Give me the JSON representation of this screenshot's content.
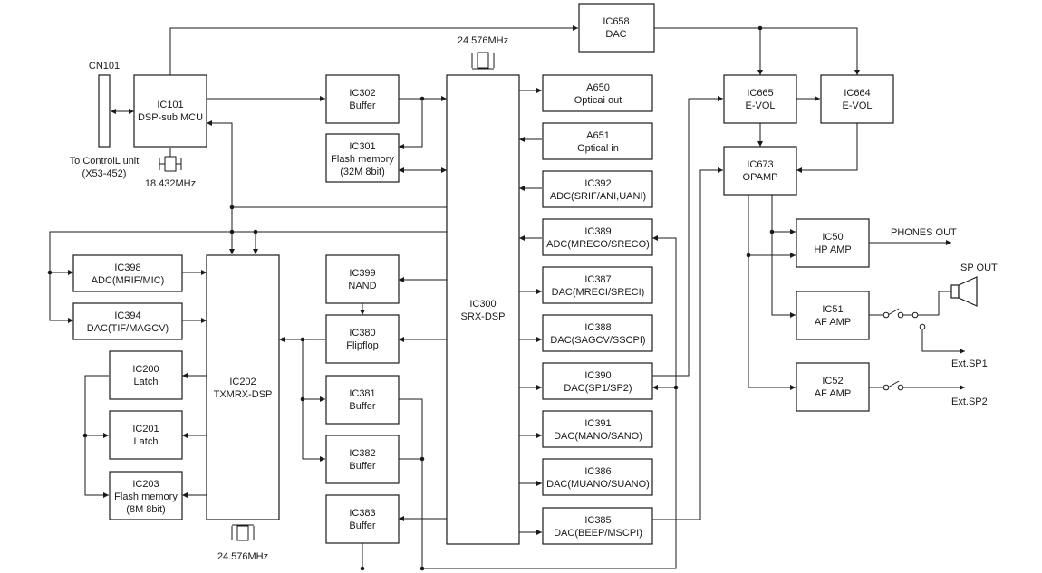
{
  "blocks": {
    "cn101": {
      "label": "CN101"
    },
    "ic101": {
      "line1": "IC101",
      "line2": "DSP-sub MCU"
    },
    "ic302": {
      "line1": "IC302",
      "line2": "Buffer"
    },
    "ic301": {
      "line1": "IC301",
      "line2": "Flash memory",
      "line3": "(32M 8bit)"
    },
    "ic300": {
      "line1": "IC300",
      "line2": "SRX-DSP"
    },
    "ic658": {
      "line1": "IC658",
      "line2": "DAC"
    },
    "a650": {
      "line1": "A650",
      "line2": "Opticai out"
    },
    "a651": {
      "line1": "A651",
      "line2": "Optical in"
    },
    "ic392": {
      "line1": "IC392",
      "line2": "ADC(SRIF/ANI,UANI)"
    },
    "ic389": {
      "line1": "IC389",
      "line2": "ADC(MRECO/SRECO)"
    },
    "ic387": {
      "line1": "IC387",
      "line2": "DAC(MRECI/SRECI)"
    },
    "ic388": {
      "line1": "IC388",
      "line2": "DAC(SAGCV/SSCPI)"
    },
    "ic390": {
      "line1": "IC390",
      "line2": "DAC(SP1/SP2)"
    },
    "ic391": {
      "line1": "IC391",
      "line2": "DAC(MANO/SANO)"
    },
    "ic386": {
      "line1": "IC386",
      "line2": "DAC(MUANO/SUANO)"
    },
    "ic385": {
      "line1": "IC385",
      "line2": "DAC(BEEP/MSCPI)"
    },
    "ic665": {
      "line1": "IC665",
      "line2": "E-VOL"
    },
    "ic664": {
      "line1": "IC664",
      "line2": "E-VOL"
    },
    "ic673": {
      "line1": "IC673",
      "line2": "OPAMP"
    },
    "ic50": {
      "line1": "IC50",
      "line2": "HP AMP"
    },
    "ic51": {
      "line1": "IC51",
      "line2": "AF AMP"
    },
    "ic52": {
      "line1": "IC52",
      "line2": "AF AMP"
    },
    "ic398": {
      "line1": "IC398",
      "line2": "ADC(MRIF/MIC)"
    },
    "ic394": {
      "line1": "IC394",
      "line2": "DAC(TIF/MAGCV)"
    },
    "ic200": {
      "line1": "IC200",
      "line2": "Latch"
    },
    "ic201": {
      "line1": "IC201",
      "line2": "Latch"
    },
    "ic203": {
      "line1": "IC203",
      "line2": "Flash memory",
      "line3": "(8M 8bit)"
    },
    "ic202": {
      "line1": "IC202",
      "line2": "TXMRX-DSP"
    },
    "ic399": {
      "line1": "IC399",
      "line2": "NAND"
    },
    "ic380": {
      "line1": "IC380",
      "line2": "Flipflop"
    },
    "ic381": {
      "line1": "IC381",
      "line2": "Buffer"
    },
    "ic382": {
      "line1": "IC382",
      "line2": "Buffer"
    },
    "ic383": {
      "line1": "IC383",
      "line2": "Buffer"
    }
  },
  "labels": {
    "control_unit_line1": "To ControlL unit",
    "control_unit_line2": "(X53-452)",
    "xtal_ic101": "18.432MHz",
    "xtal_ic300": "24.576MHz",
    "xtal_ic202": "24.576MHz",
    "phones_out": "PHONES OUT",
    "sp_out": "SP OUT",
    "ext_sp1": "Ext.SP1",
    "ext_sp2": "Ext.SP2"
  }
}
